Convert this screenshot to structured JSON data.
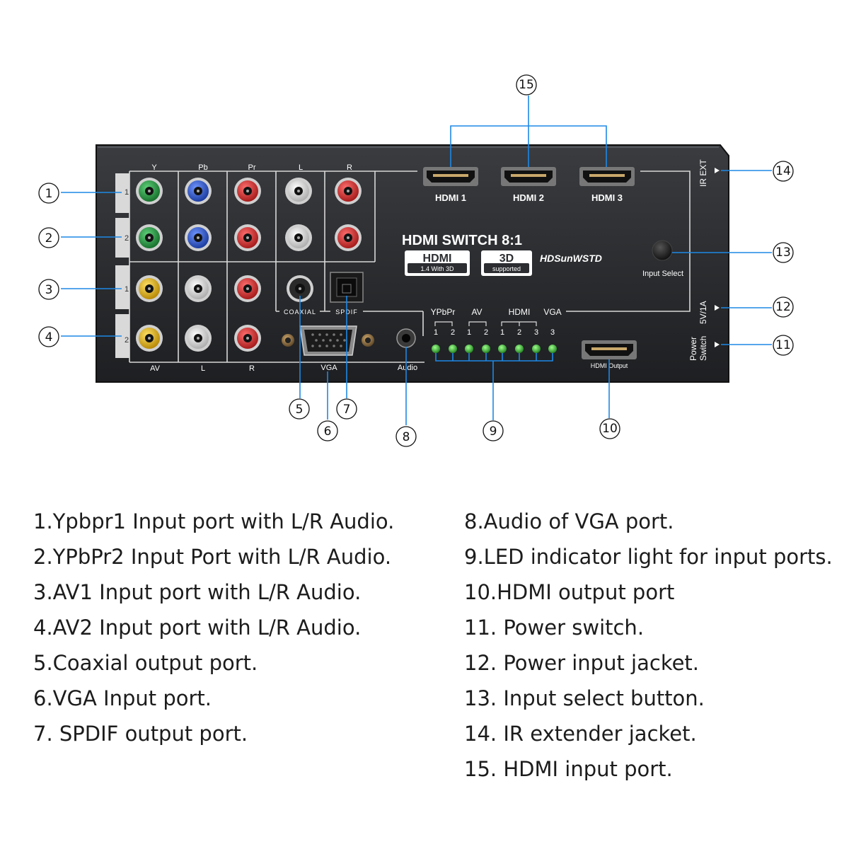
{
  "device": {
    "component_headers": [
      "Y",
      "Pb",
      "Pr",
      "L",
      "R"
    ],
    "row_numbers": [
      "1",
      "2",
      "1",
      "2"
    ],
    "bottom_labels": {
      "av": "AV",
      "l": "L",
      "r": "R",
      "vga": "VGA",
      "audio": "Audio"
    },
    "coaxial_label": "COAXIAL",
    "spdif_label": "SPDIF",
    "hdmi_inputs": [
      "HDMI 1",
      "HDMI 2",
      "HDMI 3"
    ],
    "title": "HDMI SWITCH 8:1",
    "badge_hdmi": {
      "main": "HDMI",
      "sub": "1.4 With 3D"
    },
    "badge_3d": {
      "main": "3D",
      "sub": "supported"
    },
    "brand": "HDSunWSTD",
    "input_select_label": "Input Select",
    "led_groups": {
      "ypbpr": "YPbPr",
      "av": "AV",
      "hdmi": "HDMI",
      "vga": "VGA"
    },
    "led_numbers": [
      "1",
      "2",
      "1",
      "2",
      "1",
      "2",
      "3",
      "3"
    ],
    "hdmi_output_label": "HDMI Output",
    "ir_ext": "IR EXT",
    "power_spec": "5V/1A",
    "power_switch": [
      "Power",
      "Switch"
    ]
  },
  "callouts": [
    "1",
    "2",
    "3",
    "4",
    "5",
    "6",
    "7",
    "8",
    "9",
    "10",
    "11",
    "12",
    "13",
    "14",
    "15"
  ],
  "legend_left": [
    "1.Ypbpr1 Input port with L/R Audio.",
    "2.YPbPr2 Input Port with L/R Audio.",
    "3.AV1 Input port with L/R Audio.",
    "4.AV2 Input port with L/R Audio.",
    "5.Coaxial output port.",
    "6.VGA Input port.",
    "7. SPDIF output port."
  ],
  "legend_right": [
    "8.Audio of VGA port.",
    "9.LED indicator light for input ports.",
    "10.HDMI output port",
    "11. Power switch.",
    "12. Power input jacket.",
    "13. Input select button.",
    "14. IR extender jacket.",
    "15. HDMI input port."
  ],
  "colors": {
    "panel": "#2b2d30",
    "jack_green": "#1f8f3a",
    "jack_blue": "#2253c9",
    "jack_red": "#d42a2a",
    "jack_white": "#e6e6e6",
    "jack_yellow": "#e8b400",
    "led_green": "#2fb12f"
  }
}
